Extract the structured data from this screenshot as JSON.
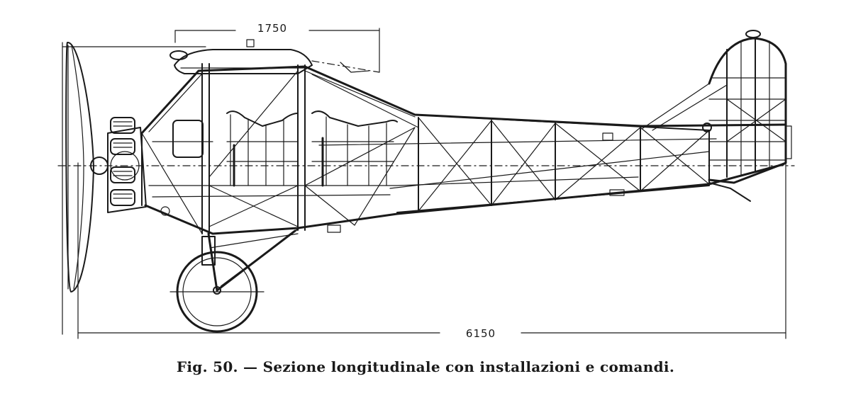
{
  "figure": {
    "caption": "Fig. 50. — Sezione longitudinale con installazioni e comandi.",
    "dimensions": {
      "wing_chord": "1750",
      "overall_length": "6150"
    }
  }
}
